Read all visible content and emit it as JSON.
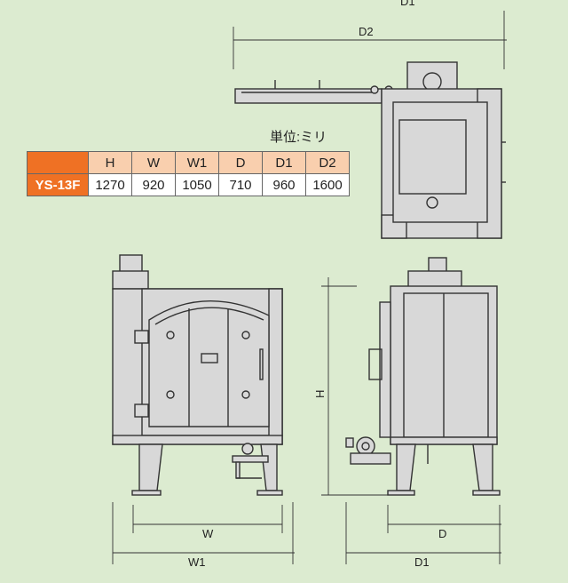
{
  "unit_label": "単位:ミリ",
  "table": {
    "headers": [
      "H",
      "W",
      "W1",
      "D",
      "D1",
      "D2"
    ],
    "model": "YS-13F",
    "values": [
      "1270",
      "920",
      "1050",
      "710",
      "960",
      "1600"
    ]
  },
  "dimensions": {
    "top_d1": "D1",
    "d2": "D2",
    "h": "H",
    "w": "W",
    "w1": "W1",
    "d": "D",
    "d1": "D1"
  },
  "colors": {
    "background": "#dcebd0",
    "model_cell": "#ef7124",
    "header_cell": "#f9cfae"
  }
}
